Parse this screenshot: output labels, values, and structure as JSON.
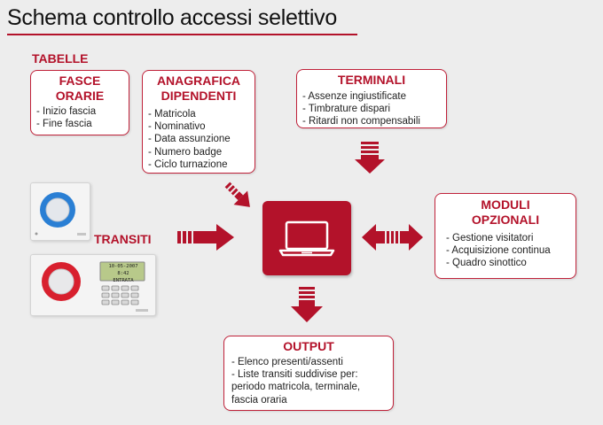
{
  "title": "Schema controllo accessi selettivo",
  "labels": {
    "tabelle": "TABELLE",
    "transiti": "TRANSITI"
  },
  "boxes": {
    "fasce": {
      "title_l1": "FASCE",
      "title_l2": "ORARIE",
      "items": [
        "Inizio fascia",
        "Fine fascia"
      ]
    },
    "anagrafica": {
      "title_l1": "ANAGRAFICA",
      "title_l2": "DIPENDENTI",
      "items": [
        "Matricola",
        "Nominativo",
        "Data assunzione",
        "Numero badge",
        "Ciclo turnazione"
      ]
    },
    "terminali": {
      "title": "TERMINALI",
      "items": [
        "Assenze ingiustificate",
        "Timbrature dispari",
        "Ritardi non compensabili"
      ]
    },
    "moduli": {
      "title_l1": "MODULI",
      "title_l2": "OPZIONALI",
      "items": [
        "Gestione visitatori",
        "Acquisizione continua",
        "Quadro sinottico"
      ]
    },
    "output": {
      "title": "OUTPUT",
      "items": [
        "Elenco presenti/assenti",
        "Liste transiti suddivise per:"
      ],
      "continuation": [
        "periodo matricola, terminale,",
        "fascia oraria"
      ]
    }
  },
  "terminal_display": {
    "line1": "10-05-2007 8:42",
    "line2": "ENTRATA"
  },
  "colors": {
    "accent": "#b3122a",
    "background": "#ededed",
    "box_fill": "#ffffff",
    "reader_blue": "#2a7fd4",
    "reader_red": "#d8202e"
  },
  "icons": {
    "center": "laptop-icon",
    "arrows": "striped-arrow-icon"
  }
}
